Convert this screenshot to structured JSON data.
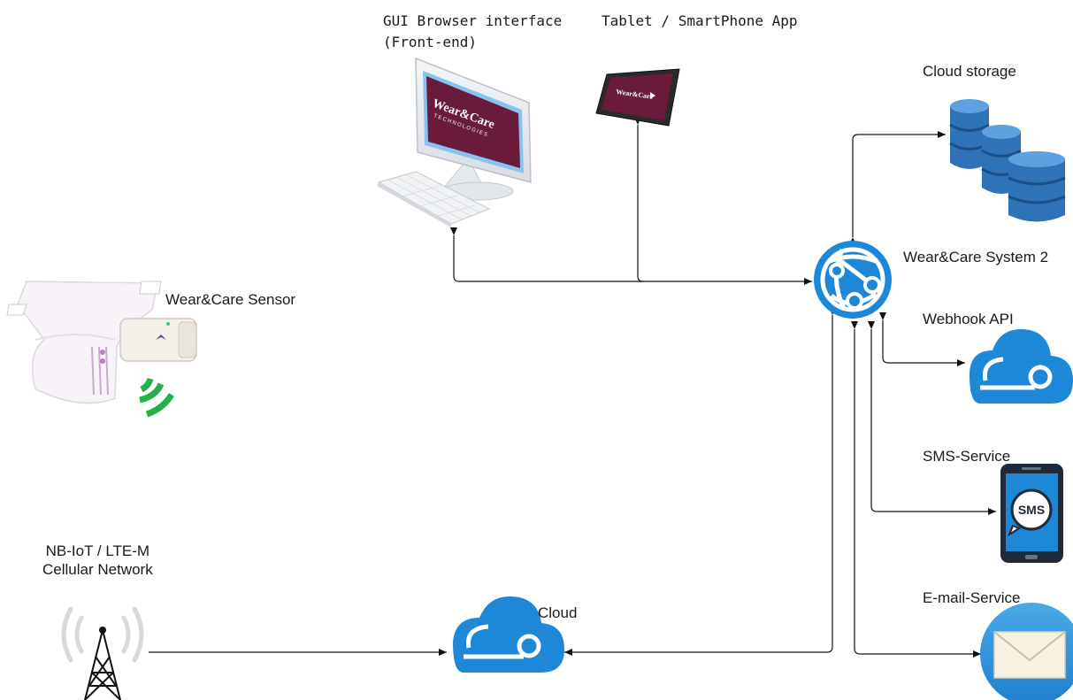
{
  "labels": {
    "gui_browser": "GUI Browser interface\n(Front-end)",
    "tablet_app": "Tablet / SmartPhone App",
    "cloud_storage": "Cloud storage",
    "system": "Wear&Care System 2",
    "webhook": "Webhook API",
    "sms_service": "SMS-Service",
    "email_service": "E-mail-Service",
    "sensor": "Wear&Care Sensor",
    "network": "NB-IoT / LTE-M\nCellular Network",
    "cloud": "Cloud"
  },
  "logo": {
    "line1": "Wear&Care",
    "line2": "TECHNOLOGIES"
  },
  "sms_icon_text": "SMS",
  "colors": {
    "azure_blue": "#1e88d8",
    "azure_dark": "#0f6cbd",
    "storage_blue": "#2e73b8",
    "brand_maroon": "#6a1b3c",
    "signal_green": "#22b04b",
    "connector": "#111111"
  }
}
